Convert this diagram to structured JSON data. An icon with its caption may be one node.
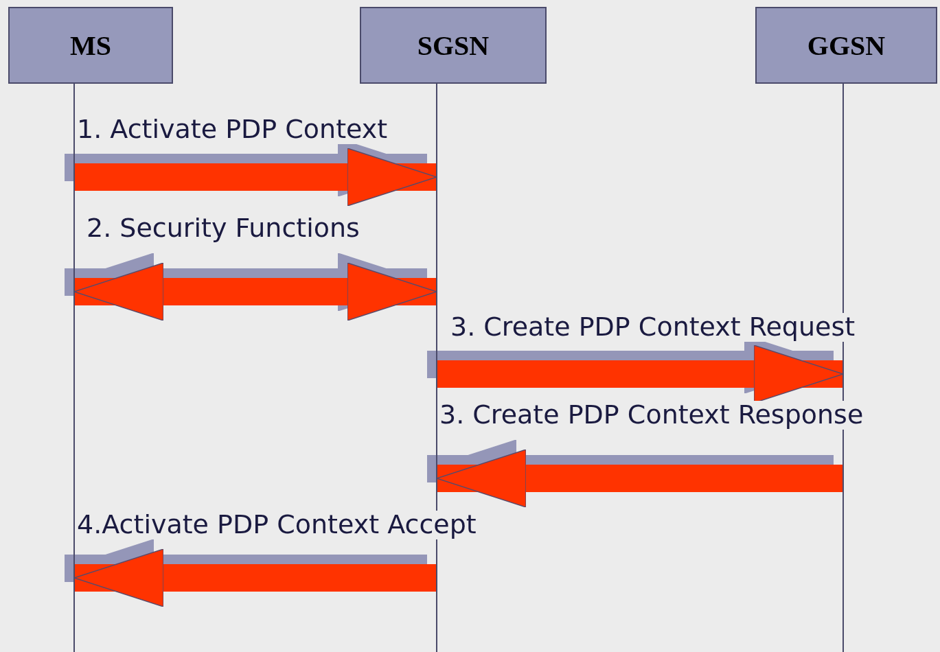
{
  "diagram": {
    "nodes": [
      {
        "text": [
          "MS"
        ]
      },
      {
        "text": [
          "SGSN"
        ]
      },
      {
        "text": [
          "GGSN"
        ]
      }
    ],
    "edges": [
      {
        "from": 0,
        "to": 1,
        "arrow": "to",
        "label": "1. Activate PDP Context"
      },
      {
        "from": 0,
        "to": 1,
        "arrow": "both",
        "label": "2. Security Functions"
      },
      {
        "from": 1,
        "to": 2,
        "arrow": "to",
        "label": "3. Create PDP Context Request"
      },
      {
        "from": 2,
        "to": 1,
        "arrow": "to",
        "label": "3. Create PDP Context Response"
      },
      {
        "from": 1,
        "to": 0,
        "arrow": "to",
        "label": "4.Activate PDP Context Accept"
      }
    ]
  }
}
